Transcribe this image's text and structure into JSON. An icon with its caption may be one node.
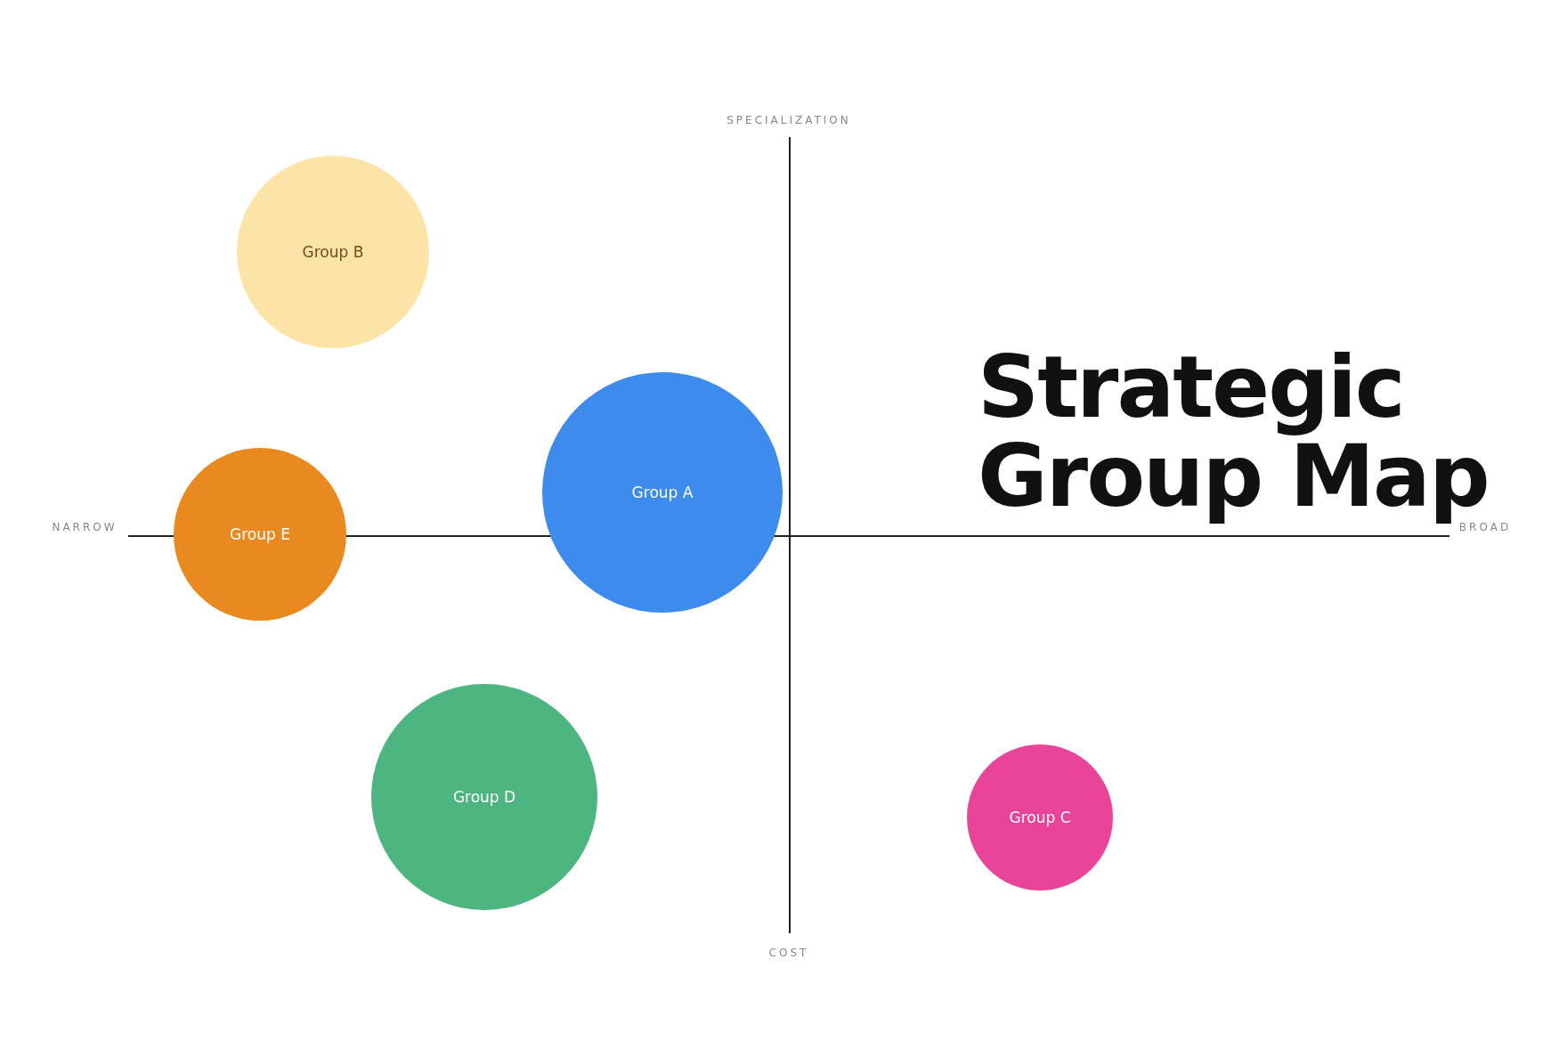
{
  "diagram": {
    "title": "Strategic Group Map",
    "nodes": [
      {
        "text": [
          "Group B"
        ]
      },
      {
        "text": [
          "Group A"
        ]
      },
      {
        "text": [
          "Group E"
        ]
      },
      {
        "text": [
          "Group D"
        ]
      },
      {
        "text": [
          "Group C"
        ]
      }
    ],
    "labels": [
      "SPECIALIZATION",
      "NARROW",
      "BROAD",
      "COST"
    ]
  }
}
